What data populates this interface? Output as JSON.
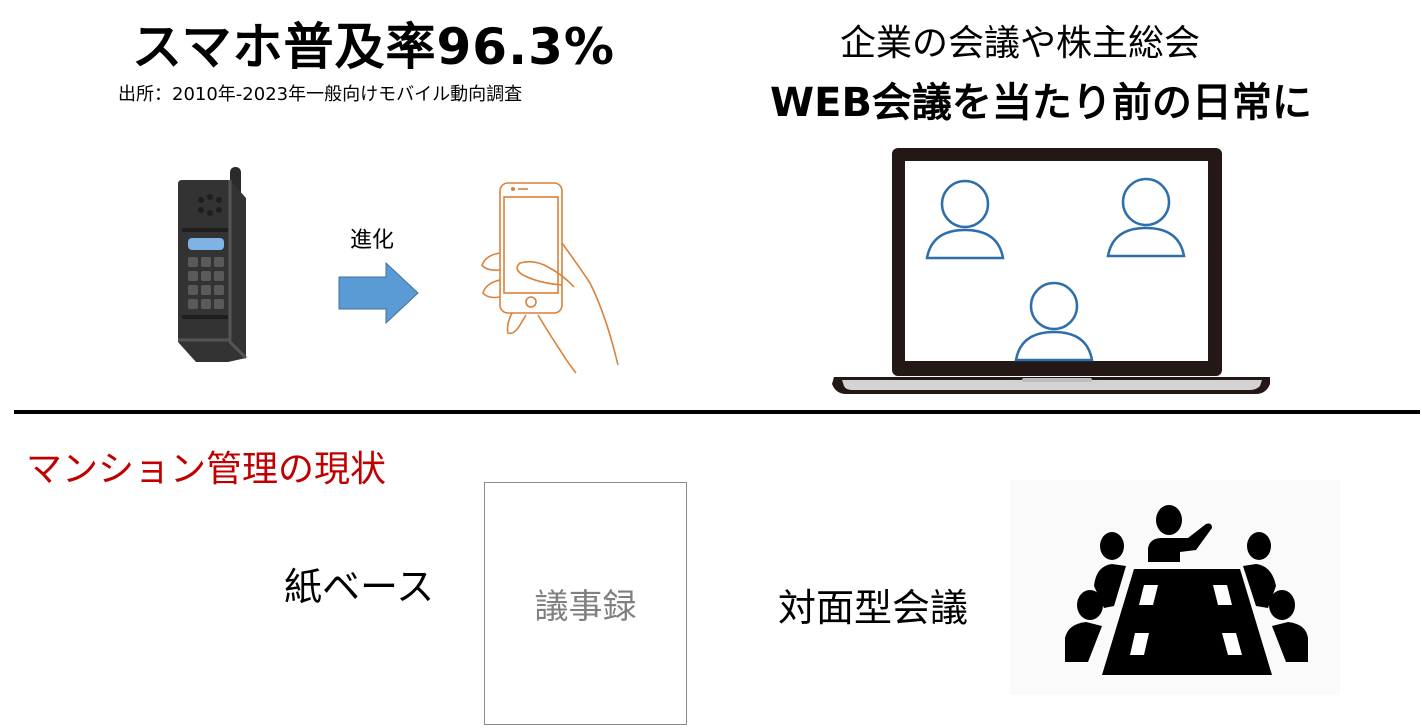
{
  "left_panel": {
    "headline": "スマホ普及率96.3%",
    "source": "出所：2010年-2023年一般向けモバイル動向調査",
    "arrow_label": "進化",
    "icons": {
      "old_phone": "mobile-phone-old-icon",
      "arrow": "arrow-right-icon",
      "smartphone": "smartphone-in-hand-icon"
    }
  },
  "right_panel": {
    "subtitle": "企業の会議や株主総会",
    "title": "WEB会議を当たり前の日常に",
    "icons": {
      "laptop": "laptop-video-call-icon",
      "participants": [
        "user-icon",
        "user-icon",
        "user-icon"
      ]
    }
  },
  "bottom": {
    "section_title": "マンション管理の現状",
    "paper_label": "紙ベース",
    "document_label": "議事録",
    "meeting_label": "対面型会議",
    "icons": {
      "meeting": "meeting-table-icon"
    }
  },
  "colors": {
    "section_title": "#c00000",
    "arrow": "#5b9bd5",
    "smartphone_line": "#d9823b",
    "user_outline": "#2e6eaa",
    "laptop_frame": "#231815"
  }
}
